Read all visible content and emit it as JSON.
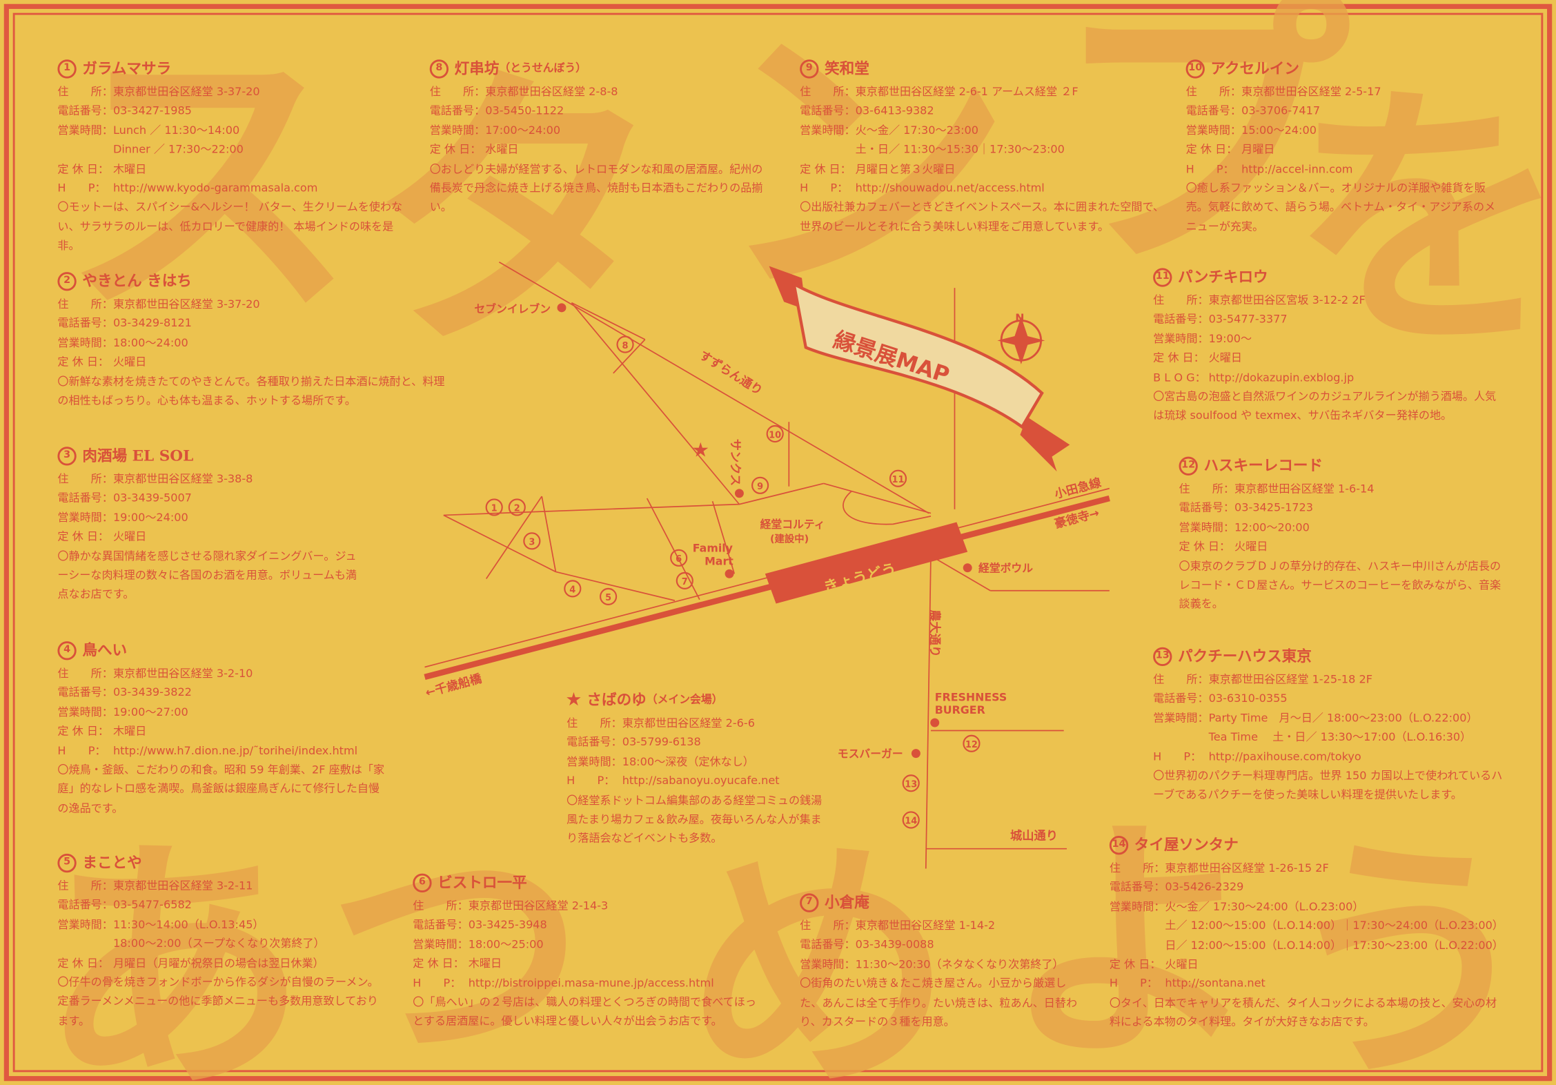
{
  "watermark": [
    "ス",
    "タ",
    "ン",
    "プ",
    "を",
    "あ",
    "つ",
    "め",
    "よ",
    "う"
  ],
  "labels": {
    "address": "住　　所：",
    "phone": "電話番号：",
    "hours": "営業時間：",
    "holiday": "定 休 日：",
    "hp": "H　　P：",
    "blog": "B L O G："
  },
  "shops": {
    "s1": {
      "num": "1",
      "name": "ガラムマサラ",
      "address": "東京都世田谷区経堂 3-37-20",
      "phone": "03-3427-1985",
      "hours": "Lunch ／ 11:30〜14:00",
      "hours_extra": "Dinner ／ 17:30〜22:00",
      "holiday": "木曜日",
      "hp": "http://www.kyodo-garammasala.com",
      "desc": "〇モットーは、スパイシー&ヘルシー！ バター、生クリームを使わない、サラサラのルーは、低カロリーで健康的！ 本場インドの味を是非。"
    },
    "s2": {
      "num": "2",
      "name": "やきとん きはち",
      "address": "東京都世田谷区経堂 3-37-20",
      "phone": "03-3429-8121",
      "hours": "18:00〜24:00",
      "holiday": "火曜日",
      "desc": "〇新鮮な素材を焼きたてのやきとんで。各種取り揃えた日本酒に焼酎と、料理の相性もばっちり。心も体も温まる、ホットする場所です。"
    },
    "s3": {
      "num": "3",
      "name": "肉酒場 EL SOL",
      "address": "東京都世田谷区経堂 3-38-8",
      "phone": "03-3439-5007",
      "hours": "19:00〜24:00",
      "holiday": "火曜日",
      "desc": "〇静かな異国情緒を感じさせる隠れ家ダイニングバー。ジューシーな肉料理の数々に各国のお酒を用意。ボリュームも満点なお店です。"
    },
    "s4": {
      "num": "4",
      "name": "鳥へい",
      "address": "東京都世田谷区経堂 3-2-10",
      "phone": "03-3439-3822",
      "hours": "19:00〜27:00",
      "holiday": "木曜日",
      "hp": "http://www.h7.dion.ne.jp/˜torihei/index.html",
      "desc": "〇焼鳥・釜飯、こだわりの和食。昭和 59 年創業、2F 座敷は「家庭」的なレトロ感を満喫。鳥釜飯は銀座鳥ぎんにて修行した自慢の逸品です。"
    },
    "s5": {
      "num": "5",
      "name": "まことや",
      "address": "東京都世田谷区経堂 3-2-11",
      "phone": "03-5477-6582",
      "hours": "11:30〜14:00（L.O.13:45）",
      "hours_extra": "18:00〜2:00（スープなくなり次第終了）",
      "holiday": "月曜日（月曜が祝祭日の場合は翌日休業）",
      "desc": "〇仔牛の骨を焼きフォンドボーから作るダシが自慢のラーメン。定番ラーメンメニューの他に季節メニューも多数用意致しております。"
    },
    "s6": {
      "num": "6",
      "name": "ビストロ一平",
      "address": "東京都世田谷区経堂 2-14-3",
      "phone": "03-3425-3948",
      "hours": "18:00〜25:00",
      "holiday": "木曜日",
      "hp": "http://bistroippei.masa-mune.jp/access.html",
      "desc": "〇「鳥へい」の２号店は、職人の料理とくつろぎの時間で食べてほっとする居酒屋に。優しい料理と優しい人々が出会うお店です。"
    },
    "s7": {
      "num": "7",
      "name": "小倉庵",
      "address": "東京都世田谷区経堂 1-14-2",
      "phone": "03-3439-0088",
      "hours": "11:30〜20:30（ネタなくなり次第終了）",
      "desc": "〇街角のたい焼き＆たこ焼き屋さん。小豆から厳選した、あんこは全て手作り。たい焼きは、粒あん、日替わり、カスタードの３種を用意。"
    },
    "s8": {
      "num": "8",
      "name": "灯串坊",
      "kana": "（とうせんぼう）",
      "address": "東京都世田谷区経堂 2-8-8",
      "phone": "03-5450-1122",
      "hours": "17:00〜24:00",
      "holiday": "水曜日",
      "desc": "〇おしどり夫婦が経営する、レトロモダンな和風の居酒屋。紀州の備長炭で丹念に焼き上げる焼き鳥、焼酎も日本酒もこだわりの品揃い。"
    },
    "s9": {
      "num": "9",
      "name": "笑和堂",
      "address": "東京都世田谷区経堂 2-6-1 アームス経堂 ２F",
      "phone": "03-6413-9382",
      "hours": "火〜金／ 17:30〜23:00",
      "hours_extra": "土・日／ 11:30〜15:30｜17:30〜23:00",
      "holiday": "月曜日と第３火曜日",
      "hp": "http://shouwadou.net/access.html",
      "desc": "〇出版社兼カフェバーときどきイベントスペース。本に囲まれた空間で、世界のビールとそれに合う美味しい料理をご用意しています。"
    },
    "s10": {
      "num": "10",
      "name": "アクセルイン",
      "address": "東京都世田谷区経堂 2-5-17",
      "phone": "03-3706-7417",
      "hours": "15:00〜24:00",
      "holiday": "月曜日",
      "hp": "http://accel-inn.com",
      "desc": "〇癒し系ファッション＆バー。オリジナルの洋服や雑貨を販売。気軽に飲めて、語らう場。ベトナム・タイ・アジア系のメニューが充実。"
    },
    "s11": {
      "num": "11",
      "name": "パンチキロウ",
      "address": "東京都世田谷区宮坂 3-12-2 2F",
      "phone": "03-5477-3377",
      "hours": "19:00〜",
      "holiday": "火曜日",
      "blog": "http://dokazupin.exblog.jp",
      "desc": "〇宮古島の泡盛と自然派ワインのカジュアルラインが揃う酒場。人気は琉球 soulfood や texmex、サバ缶ネギバター発祥の地。"
    },
    "s12": {
      "num": "12",
      "name": "ハスキーレコード",
      "address": "東京都世田谷区経堂 1-6-14",
      "phone": "03-3425-1723",
      "hours": "12:00〜20:00",
      "holiday": "火曜日",
      "desc": "〇東京のクラブＤＪの草分け的存在、ハスキー中川さんが店長のレコード・ＣＤ屋さん。サービスのコーヒーを飲みながら、音楽談義を。"
    },
    "s13": {
      "num": "13",
      "name": "パクチーハウス東京",
      "address": "東京都世田谷区経堂 1-25-18 2F",
      "phone": "03-6310-0355",
      "hours": "Party Time　月〜日／ 18:00〜23:00（L.O.22:00）",
      "hours_extra": "Tea Time　 土・日／ 13:30〜17:00（L.O.16:30）",
      "hp": "http://paxihouse.com/tokyo",
      "desc": "〇世界初のパクチー料理専門店。世界 150 カ国以上で使われているハーブであるパクチーを使った美味しい料理を提供いたします。"
    },
    "s14": {
      "num": "14",
      "name": "タイ屋ソンタナ",
      "address": "東京都世田谷区経堂 1-26-15 2F",
      "phone": "03-5426-2329",
      "hours": "火〜金／ 17:30〜24:00（L.O.23:00）",
      "hours_extra": "土／ 12:00〜15:00（L.O.14:00）｜17:30〜24:00（L.O.23:00）",
      "hours_extra2": "日／ 12:00〜15:00（L.O.14:00）｜17:30〜23:00（L.O.22:00）",
      "holiday": "火曜日",
      "hp": "http://sontana.net",
      "desc": "〇タイ、日本でキャリアを積んだ、タイ人コックによる本場の技と、安心の材料による本物のタイ料理。タイが大好きなお店です。"
    },
    "main": {
      "star": "★",
      "name": "さばのゆ",
      "kana": "（メイン会場）",
      "address": "東京都世田谷区経堂 2-6-6",
      "phone": "03-5799-6138",
      "hours": "18:00〜深夜（定休なし）",
      "hp": "http://sabanoyu.oyucafe.net",
      "desc": "〇経堂系ドットコム編集部のある経堂コミュの銭湯風たまり場カフェ＆飲み屋。夜毎いろんな人が集まり落語会などイベントも多数。"
    }
  },
  "map": {
    "title": "縁景展MAP",
    "north": "N",
    "station": "きょうどう",
    "labels": {
      "seven": "セブンイレブン",
      "suzuran": "すずらん通り",
      "thanks": "サンクス",
      "corty": "経堂コルティ",
      "corty_sub": "(建設中)",
      "family1": "Family",
      "family2": "Mart",
      "odakyu": "小田急線",
      "gotokuji": "豪徳寺→",
      "chitose": "←千歳船橋",
      "bowl": "経堂ボウル",
      "nodai": "農大通り",
      "freshness1": "FRESHNESS",
      "freshness2": "BURGER",
      "mos": "モスバーガー",
      "shiroyama": "城山通り"
    },
    "pins": [
      "1",
      "2",
      "3",
      "4",
      "5",
      "6",
      "7",
      "8",
      "9",
      "10",
      "11",
      "12",
      "13",
      "14"
    ]
  },
  "colors": {
    "background": "#ecc24f",
    "accent": "#d9513a",
    "watermark": "#e8a24a"
  }
}
